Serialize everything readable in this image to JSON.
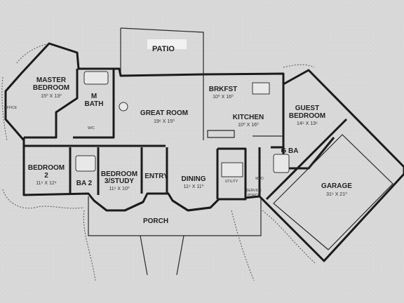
{
  "rooms": {
    "patio": {
      "name": "PATIO"
    },
    "master_bedroom": {
      "line1": "MASTER",
      "line2": "BEDROOM",
      "dim": "15⁰ X 13⁰"
    },
    "office": {
      "name": "OFFICE"
    },
    "m_bath": {
      "line1": "M",
      "line2": "BATH"
    },
    "wic_master": {
      "name": "W/C"
    },
    "great_room": {
      "name": "GREAT ROOM",
      "dim": "19⁶ X 15⁰"
    },
    "brkfst": {
      "name": "BRKFST",
      "dim": "10⁰ X 16⁰"
    },
    "kitchen": {
      "name": "KITCHEN",
      "dim": "10⁰ X 16⁰"
    },
    "guest_bedroom": {
      "line1": "GUEST",
      "line2": "BEDROOM",
      "dim": "14⁶ X 13⁶"
    },
    "g_ba": {
      "name": "G BA"
    },
    "bedroom_2": {
      "line1": "BEDROOM",
      "line2": "2",
      "dim": "11⁶ X 12⁴"
    },
    "ba_2": {
      "name": "BA 2"
    },
    "bedroom_3": {
      "line1": "BEDROOM",
      "line2": "3/STUDY",
      "dim": "11⁶ X 10⁰"
    },
    "entry": {
      "name": "ENTRY"
    },
    "dining": {
      "name": "DINING",
      "dim": "11⁶ X 11⁰"
    },
    "utility": {
      "name": "UTILITY"
    },
    "mud": {
      "name": "MUD"
    },
    "service_porch": {
      "line1": "SERVICE",
      "line2": "PORCH"
    },
    "garage": {
      "name": "GARAGE",
      "dim": "31⁶ X 21⁰"
    },
    "porch": {
      "name": "PORCH"
    }
  },
  "colors": {
    "paper": "#d9d9d9",
    "ink": "#1b1b1b"
  }
}
